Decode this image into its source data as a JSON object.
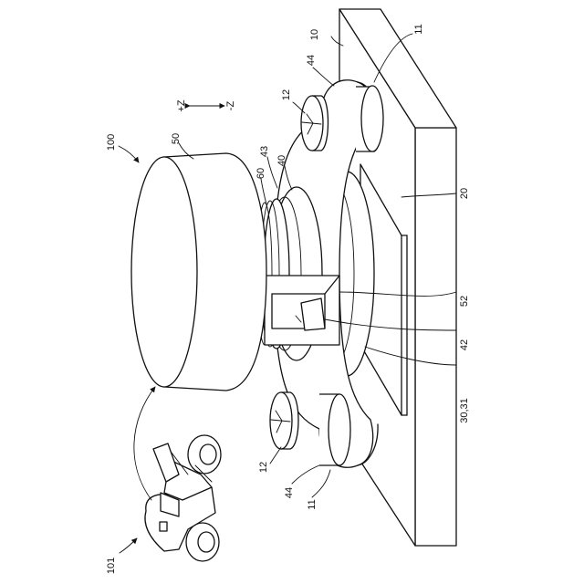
{
  "figure": {
    "labels": {
      "ref_100": "100",
      "ref_101": "101",
      "ref_50": "50",
      "ref_60": "60",
      "ref_43": "43",
      "ref_40": "40",
      "ref_10": "10",
      "ref_11_top": "11",
      "ref_11_bottom": "11",
      "ref_44_top": "44",
      "ref_44_bottom": "44",
      "ref_12_top": "12",
      "ref_12_bottom": "12",
      "ref_20": "20",
      "ref_52": "52",
      "ref_42": "42",
      "ref_30_31": "30,31",
      "axis_plus_z": "+Z",
      "axis_minus_z": "-Z"
    }
  }
}
